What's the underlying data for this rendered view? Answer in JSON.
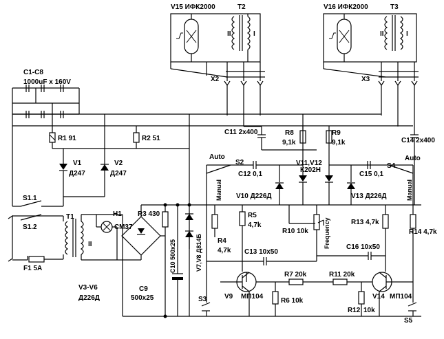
{
  "labels": {
    "v15": "V15 ИФК2000",
    "t2": "T2",
    "v16": "V16 ИФК2000",
    "t3": "T3",
    "roman2": "II",
    "roman1": "I",
    "c1c8": "C1-C8",
    "c1c8val": "1000uF x 160V",
    "x2": "X2",
    "x3": "X3",
    "c11": "C11 2x400",
    "c14": "C14 2x400",
    "r1": "R1 91",
    "r2": "R2 51",
    "r8": "R8",
    "r8val": "9,1k",
    "r9": "R9",
    "r9val": "9,1k",
    "v1": "V1",
    "v1val": "Д247",
    "v2": "V2",
    "v2val": "Д247",
    "auto_l": "Auto",
    "auto_r": "Auto",
    "s2": "S2",
    "s4": "S4",
    "c12": "C12 0,1",
    "c15": "C15 0,1",
    "v11v12": "V11,V12",
    "k202": "К202Н",
    "manual_l": "Manual",
    "manual_r": "Manual",
    "v10": "V10 Д226Д",
    "v13": "V13 Д226Д",
    "s11": "S1.1",
    "s12": "S1.2",
    "t1": "T1",
    "h1": "H1",
    "cm37": "СМ37",
    "r3": "R3 430",
    "r5": "R5",
    "r5val": "4,7k",
    "r10": "R10 10k",
    "frequency": "Frequency",
    "r13": "R13 4,7k",
    "r14": "R14 4,7k",
    "r4": "R4",
    "r4val": "4,7k",
    "c10": "C10 500x25",
    "v7v8": "V7,V8 Д814Б",
    "c13": "C13 10x50",
    "c16": "C16 10x50",
    "f1": "F1 5A",
    "v3v6": "V3-V6",
    "v3v6val": "Д226Д",
    "c9": "C9",
    "c9val": "500x25",
    "r7": "R7 20k",
    "r11": "R11 20k",
    "v9": "V9",
    "v9val": "МП104",
    "v14": "V14",
    "v14val": "МП104",
    "r6": "R6 10k",
    "r12": "R12",
    "r12val": "10k",
    "s3": "S3",
    "s5": "S5"
  }
}
